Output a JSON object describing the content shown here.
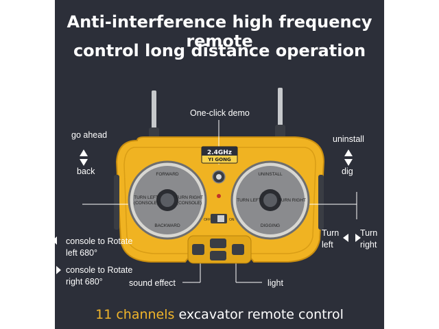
{
  "headline": {
    "line1": "Anti-interference high frequency remote",
    "line2": "control long distance operation"
  },
  "callouts": {
    "one_click_demo": "One-click demo",
    "go_ahead": "go ahead",
    "back": "back",
    "uninstall": "uninstall",
    "dig": "dig",
    "turn_left": "Turn left",
    "turn_right": "Turn right",
    "console_rotate_left": "console to Rotate left 680°",
    "console_rotate_right": "console to Rotate right 680°",
    "sound_effect": "sound effect",
    "light": "light"
  },
  "remote": {
    "badge_freq": "2.4GHz",
    "badge_brand": "YI GONG",
    "left_stick": {
      "forward": "FORWARD",
      "backward": "BACKWARD",
      "turn_left": "TURN LEFT",
      "turn_left_sub": "(CONSOLE)",
      "turn_right": "TURN RIGHT",
      "turn_right_sub": "(CONSOLE)"
    },
    "right_stick": {
      "uninstall": "UNINSTALL",
      "digging": "DIGGING",
      "turn_left": "TURN LEFT",
      "turn_right": "TURN RIGHT"
    },
    "switch_off": "OFF",
    "switch_on": "ON"
  },
  "footer": {
    "accent": "11 channels",
    "rest": " excavator remote control"
  },
  "colors": {
    "background": "#2c2f39",
    "body_yellow": "#f0b322",
    "accent_orange": "#f1b52a"
  }
}
